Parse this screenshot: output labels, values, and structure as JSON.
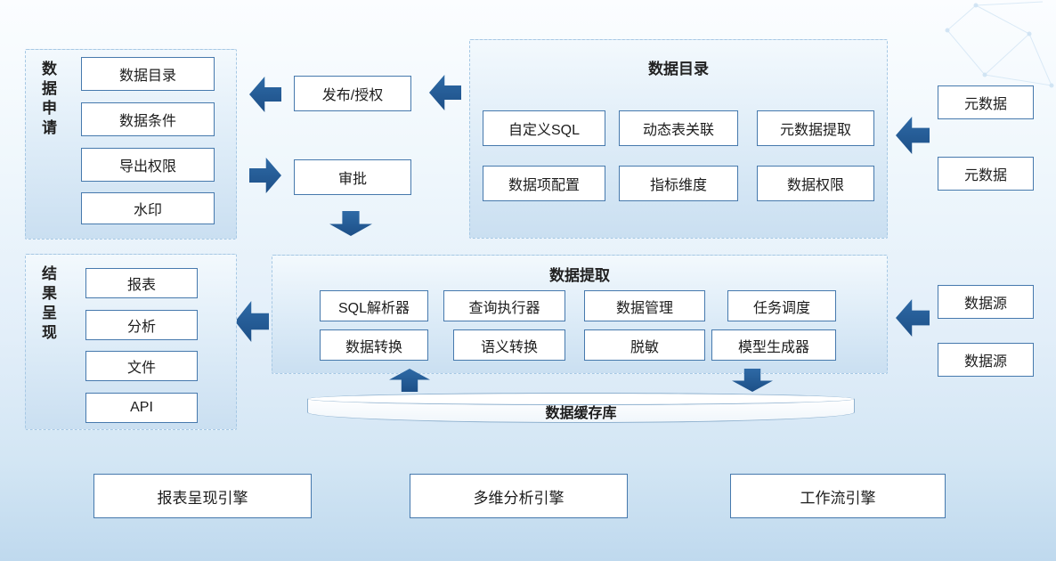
{
  "data_application": {
    "label": "数据申请",
    "items": [
      "数据目录",
      "数据条件",
      "导出权限",
      "水印"
    ]
  },
  "flow": {
    "publish": "发布/授权",
    "approval": "审批"
  },
  "data_catalog": {
    "title": "数据目录",
    "items": [
      "自定义SQL",
      "动态表关联",
      "元数据提取",
      "数据项配置",
      "指标维度",
      "数据权限"
    ]
  },
  "metadata": {
    "items": [
      "元数据",
      "元数据"
    ]
  },
  "data_extraction": {
    "title": "数据提取",
    "items": [
      "SQL解析器",
      "查询执行器",
      "数据管理",
      "任务调度",
      "数据转换",
      "语义转换",
      "脱敏",
      "模型生成器"
    ]
  },
  "data_source": {
    "items": [
      "数据源",
      "数据源"
    ]
  },
  "result_presentation": {
    "label": "结果呈现",
    "items": [
      "报表",
      "分析",
      "文件",
      "API"
    ]
  },
  "cache": {
    "label": "数据缓存库"
  },
  "engines": {
    "items": [
      "报表呈现引擎",
      "多维分析引擎",
      "工作流引擎"
    ]
  },
  "colors": {
    "arrow": "#1d4f87",
    "box_border": "#4679ad",
    "panel_border": "#a6c8e4",
    "panel_fill_top": "#f3f9fd",
    "panel_fill_bottom": "#cadff1",
    "background_bottom": "#bfd9ee"
  }
}
